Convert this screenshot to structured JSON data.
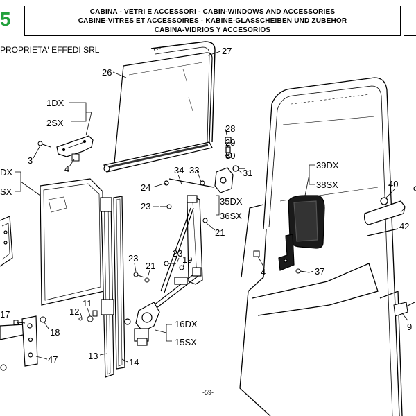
{
  "header": {
    "section_number": "5",
    "title_lines": [
      "CABINA - VETRI E ACCESSORI - CABIN-WINDOWS AND ACCESSORIES",
      "CABINE-VITRES ET ACCESSOIRES - KABINE-GLASSCHEIBEN UND ZUBEHÖR",
      "CABINA-VIDRIOS Y ACCESORIOS"
    ]
  },
  "watermark": "PROPRIETA' EFFEDI SRL",
  "callouts": {
    "c1dx": "1DX",
    "c2sx": "2SX",
    "c3": "3",
    "c4a": "4",
    "c4b": "4",
    "cdx": "DX",
    "csx": "SX",
    "c9": "9",
    "c11": "11",
    "c12": "12",
    "c13": "13",
    "c14": "14",
    "c16dx": "16DX",
    "c15sx": "15SX",
    "c17": "17",
    "c18": "18",
    "c19": "19",
    "c21a": "21",
    "c21b": "21",
    "c23a": "23",
    "c23b": "23",
    "c23c": "23",
    "c24": "24",
    "c26": "26",
    "c27": "27",
    "c28": "28",
    "c29": "29",
    "c30": "30",
    "c31": "31",
    "c33": "33",
    "c34": "34",
    "c35dx": "35DX",
    "c36sx": "36SX",
    "c37": "37",
    "c38sx": "38SX",
    "c39dx": "39DX",
    "c40": "40",
    "c42": "42",
    "c47": "47"
  },
  "footer": "-59-"
}
